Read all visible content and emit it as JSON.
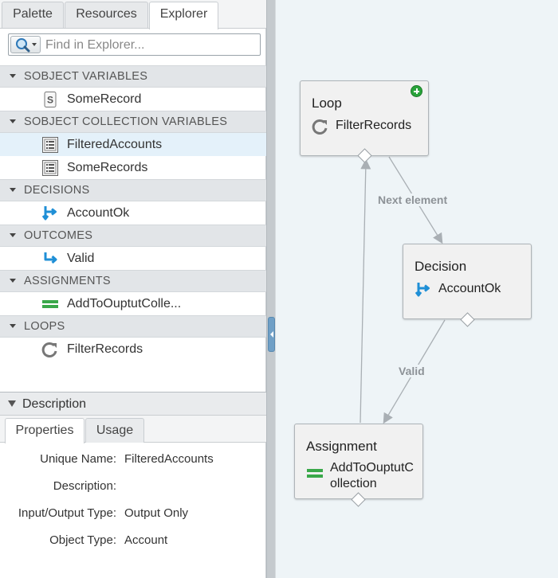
{
  "tabs": [
    {
      "label": "Palette"
    },
    {
      "label": "Resources"
    },
    {
      "label": "Explorer"
    }
  ],
  "search": {
    "placeholder": "Find in Explorer..."
  },
  "tree": {
    "groups": [
      {
        "label": "SOBJECT VARIABLES",
        "items": [
          {
            "label": "SomeRecord",
            "icon": "sobject-variable-icon"
          }
        ]
      },
      {
        "label": "SOBJECT COLLECTION VARIABLES",
        "items": [
          {
            "label": "FilteredAccounts",
            "icon": "collection-variable-icon",
            "selected": true
          },
          {
            "label": "SomeRecords",
            "icon": "collection-variable-icon"
          }
        ]
      },
      {
        "label": "DECISIONS",
        "items": [
          {
            "label": "AccountOk",
            "icon": "decision-icon"
          }
        ]
      },
      {
        "label": "OUTCOMES",
        "items": [
          {
            "label": "Valid",
            "icon": "outcome-icon"
          }
        ]
      },
      {
        "label": "ASSIGNMENTS",
        "items": [
          {
            "label": "AddToOuptutColle...",
            "icon": "assignment-icon"
          }
        ]
      },
      {
        "label": "LOOPS",
        "items": [
          {
            "label": "FilterRecords",
            "icon": "loop-icon"
          }
        ]
      }
    ]
  },
  "description": {
    "header": "Description",
    "tabs": [
      {
        "label": "Properties"
      },
      {
        "label": "Usage"
      }
    ],
    "properties": [
      {
        "label": "Unique Name:",
        "value": "FilteredAccounts"
      },
      {
        "label": "Description:",
        "value": ""
      },
      {
        "label": "Input/Output Type:",
        "value": "Output Only"
      },
      {
        "label": "Object Type:",
        "value": "Account"
      }
    ]
  },
  "canvas": {
    "nodes": {
      "loop": {
        "title": "Loop",
        "label": "FilterRecords"
      },
      "decision": {
        "title": "Decision",
        "label": "AccountOk"
      },
      "assignment": {
        "title": "Assignment",
        "label_line1": "AddToOuptutC",
        "label_line2": "ollection"
      }
    },
    "edges": {
      "next_element": "Next element",
      "valid": "Valid"
    }
  },
  "colors": {
    "canvas_bg": "#eef4f7",
    "selected_row": "#e4f1fa",
    "accent_blue": "#1f8fd6",
    "assignment_green": "#3aa84a",
    "add_badge_green": "#29a33a"
  }
}
